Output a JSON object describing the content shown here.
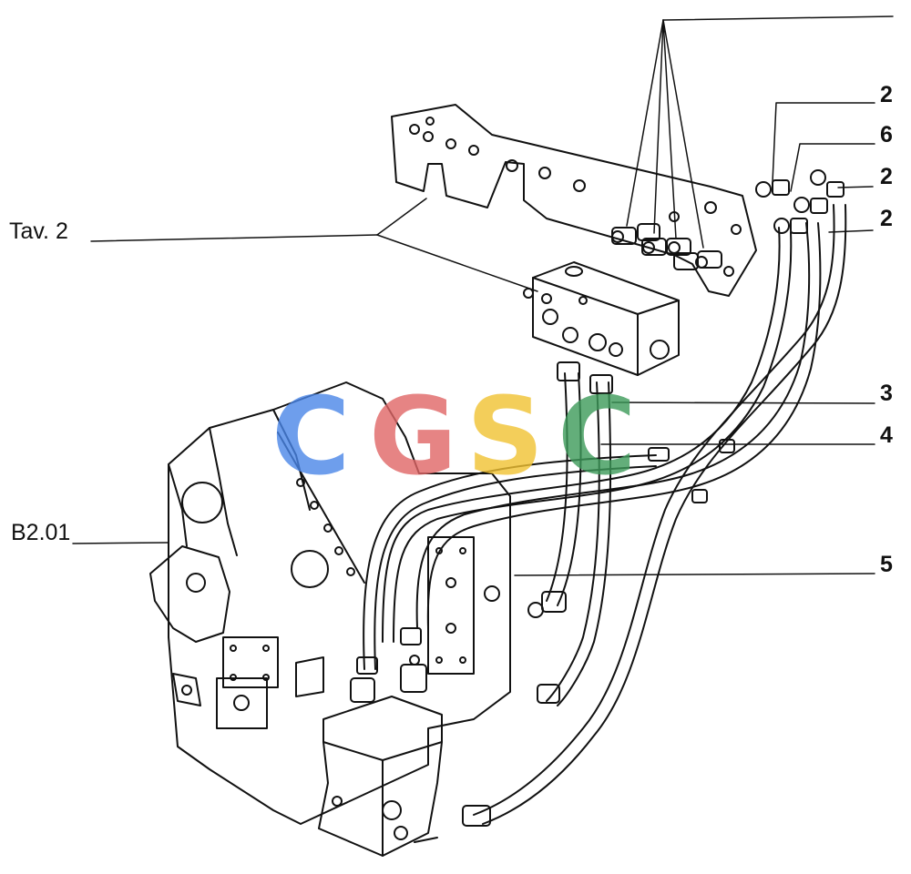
{
  "callouts": {
    "tav": "Tav. 2",
    "assembly": "B2.01",
    "n2a": "2",
    "n6": "6",
    "n2b": "2",
    "n2c": "2",
    "n3": "3",
    "n4": "4",
    "n5": "5"
  },
  "watermark": {
    "letters": [
      "C",
      "G",
      "S",
      "C"
    ],
    "colors": [
      "#4a86e8",
      "#e06666",
      "#f1c232",
      "#3d9a5a"
    ]
  }
}
